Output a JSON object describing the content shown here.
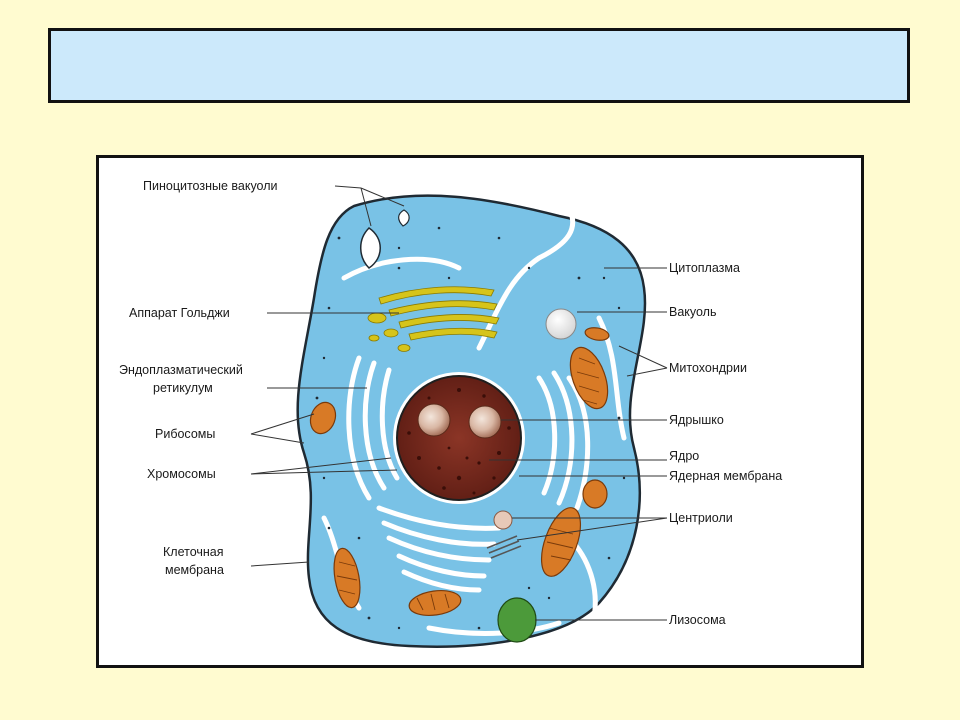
{
  "title": "",
  "labels": {
    "pinocytic_vacuoles": "Пиноцитозные вакуоли",
    "golgi": "Аппарат Гольджи",
    "er_line1": "Эндоплазматический",
    "er_line2": "ретикулум",
    "ribosomes": "Рибосомы",
    "chromosomes": "Хромосомы",
    "membrane_line1": "Клеточная",
    "membrane_line2": "мембрана",
    "cytoplasm": "Цитоплазма",
    "vacuole": "Вакуоль",
    "mitochondria": "Митохондрии",
    "nucleolus": "Ядрышко",
    "nucleus": "Ядро",
    "nuclear_membrane": "Ядерная мембрана",
    "centrioles": "Центриоли",
    "lysosome": "Лизосома"
  },
  "colors": {
    "page_bg": "#fffbd0",
    "title_bg": "#cce9fb",
    "cytoplasm": "#79c2e6",
    "nucleus": "#7a2a1e",
    "mitochondria": "#d87a26",
    "golgi": "#d6c41a",
    "lysosome": "#4c9a3a"
  }
}
